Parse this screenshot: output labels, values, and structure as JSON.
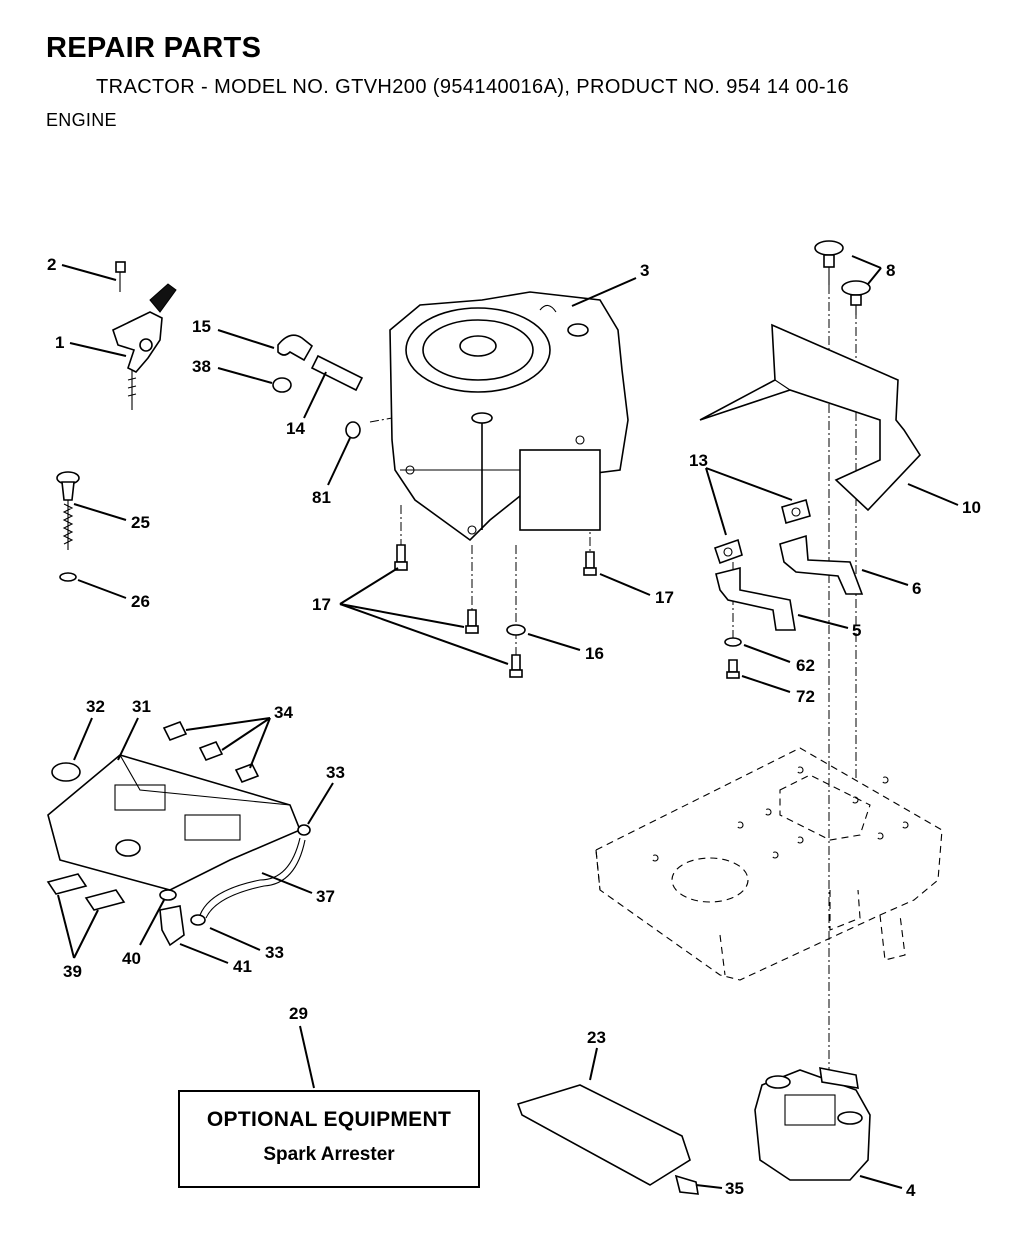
{
  "header": {
    "title": "REPAIR PARTS",
    "subtitle": "TRACTOR - MODEL NO. GTVH200 (954140016A), PRODUCT NO. 954 14 00-16",
    "section": "ENGINE"
  },
  "callouts": [
    "2",
    "1",
    "15",
    "38",
    "14",
    "81",
    "3",
    "8",
    "10",
    "13",
    "6",
    "5",
    "62",
    "72",
    "17",
    "17",
    "16",
    "25",
    "26",
    "32",
    "31",
    "34",
    "33",
    "37",
    "33",
    "41",
    "40",
    "39",
    "29",
    "23",
    "35",
    "4"
  ],
  "optional_equipment": {
    "title": "OPTIONAL EQUIPMENT",
    "item": "Spark Arrester"
  }
}
